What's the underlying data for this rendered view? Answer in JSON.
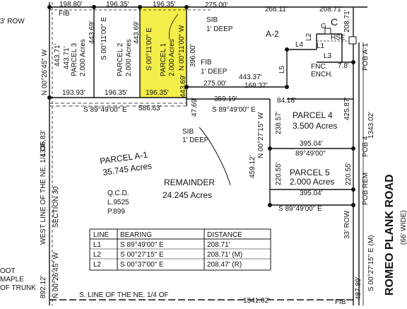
{
  "colors": {
    "highlight": "#f2ee4a",
    "line": "#111111",
    "paper": "#ffffff"
  },
  "top_labels": {
    "d1": "198.80'",
    "d2": "196.35'",
    "d3": "196.35'",
    "d4": "275.00'",
    "d5": "266.11'",
    "d6": "208.71'",
    "fib": "FIB",
    "row": "3' ROW",
    "sib_top": "SIB",
    "sib_top_deep": "1' DEEP"
  },
  "parcels": {
    "p3": {
      "name": "PARCEL 3",
      "area": "2.000 Acres",
      "side": "443.71'"
    },
    "p2": {
      "name": "PARCEL 2",
      "area": "2.000 Acres",
      "side": "443.69'",
      "bearing": "S 00°11'00\" E"
    },
    "p1": {
      "name": "PARCEL 1",
      "area": "2.000 Acres",
      "side": "443.69'",
      "bearing1": "S 00°11'00\" E",
      "bearing2": "N 00°11'00\" W"
    },
    "p4": {
      "name": "PARCEL 4",
      "area": "3.500 Acres"
    },
    "p5": {
      "name": "PARCEL 5",
      "area": "2.000 Acres"
    },
    "pa1": {
      "name": "PARCEL A-1",
      "area": "35.745 Acres"
    },
    "rem": {
      "name": "REMAINDER",
      "area": "24.245 Acres"
    }
  },
  "dims": {
    "d193": "193.93'",
    "d196b": "196.35'",
    "d196c": "196.35'",
    "d586": "586.63'",
    "d4769": "47.69'",
    "d396": "396.00'",
    "d27500b": "275.00'",
    "d44337": "443.37'",
    "d16837": "168.37'",
    "d35919": "359.19'",
    "d8418": "84.18'",
    "d23857": "238.57'",
    "d45912": "459.12'",
    "d22055a": "220.55'",
    "d22055b": "220.55'",
    "d39504a": "395.04'",
    "d39504b": "395.04'",
    "d42587": "425.87'",
    "d134302": "1343.02'",
    "d44371": "443.71'",
    "d133583": "1335.83'",
    "d89212": "892.12'",
    "d48789": "487.89'",
    "d134162": "1341.62'"
  },
  "bearings": {
    "b_w_side": "N 00°26'45\" W",
    "b_89a": "S 89°49'00\" E",
    "b_89b": "S 89°49'00\" E",
    "b_89c": "S 89°49'00\" E",
    "b_89d": "S 89°49'00\" E",
    "b_p4": "N 00°27'15\" W",
    "b_east": "S 00°27'15\" E (M)",
    "b_p5_top": "89°49'00\"",
    "b_mid": "S 00°27'15\" E"
  },
  "notes": {
    "a2": "A-2",
    "c": "C",
    "g": "G",
    "hse": "HSE",
    "l1": "L1",
    "l2": "L2",
    "l3": "L3",
    "l4": "L4",
    "l5": "L5",
    "fnc": "FNC.",
    "ench": "ENCH.",
    "d78": "7.8'",
    "fib_mid": "FIB",
    "deep_mid": "1' DEEP",
    "sib_low": "SIB",
    "deep_low": "1' DEEP",
    "pob_a1": "POB A-1",
    "pob4": "POB 4",
    "pob_rem": "POB REM",
    "row33": "33' ROW",
    "road": "ROMEO PLANK ROAD",
    "road_wide": "(66' WIDE)",
    "qcd": "Q.C.D.",
    "liber": "L.9525",
    "page": "P.899",
    "west1": "WEST LINE OF THE NE. 1/4 OF",
    "west2": "SECTION 30",
    "south": "S. LINE OF THE NE. 1/4 OF",
    "fib_bottom": "FIB",
    "oot": "OOT",
    "maple": "MAPLE",
    "trunk": "OF TRUNK"
  },
  "table": {
    "headers": [
      "LINE",
      "BEARING",
      "DISTANCE"
    ],
    "rows": [
      [
        "L1",
        "S  89°49'00\"  E",
        "208.71'"
      ],
      [
        "L2",
        "S  00°27'15\"  E",
        "208.71'  (M)"
      ],
      [
        "L2",
        "S  00°37'00\"  E",
        "208.47'  (R)"
      ]
    ]
  }
}
